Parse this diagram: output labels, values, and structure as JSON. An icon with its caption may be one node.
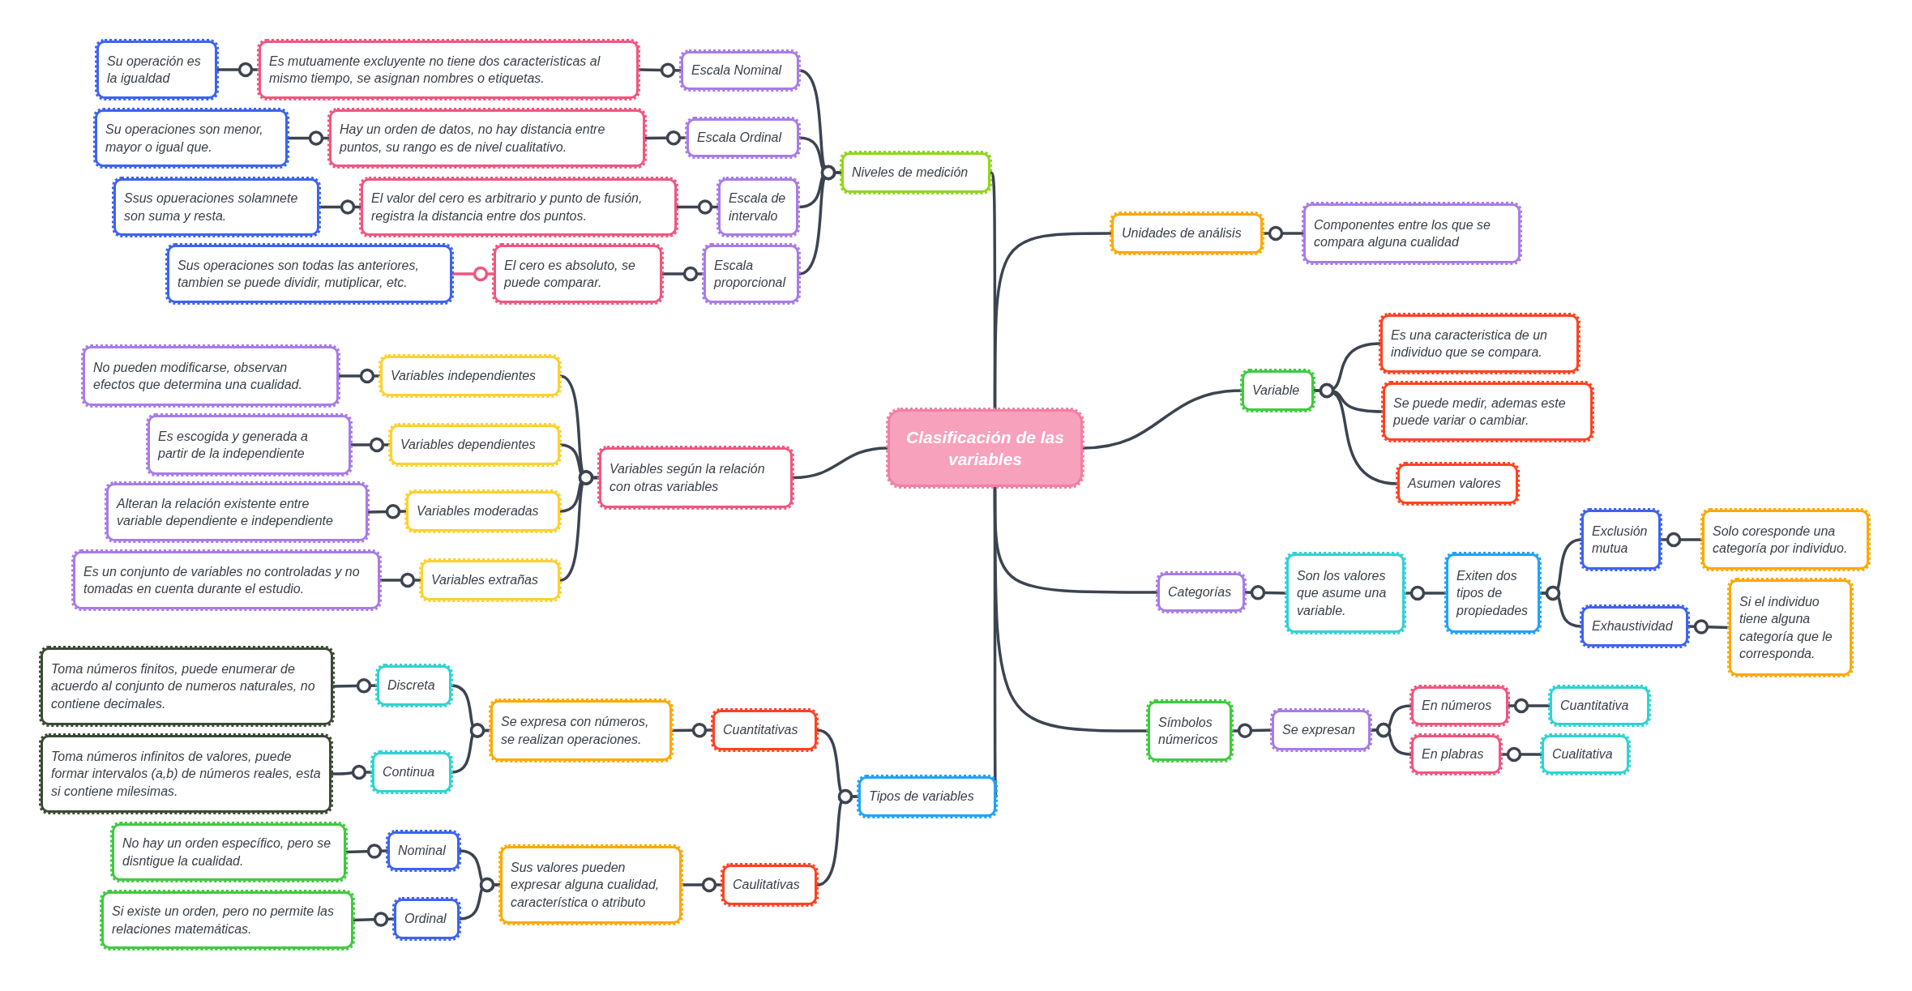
{
  "diagram": {
    "nodes": [
      {
        "text": [
          "Clasificación de las variables"
        ]
      },
      {
        "text": [
          "Niveles de medición"
        ]
      },
      {
        "text": [
          "Escala Nominal"
        ]
      },
      {
        "text": [
          "Es mutuamente excluyente no tiene dos caracteristicas al mismo tiempo, se asignan nombres o etiquetas."
        ]
      },
      {
        "text": [
          "Su operación es la igualdad"
        ]
      },
      {
        "text": [
          "Escala Ordinal"
        ]
      },
      {
        "text": [
          "Hay un orden de datos, no hay distancia entre puntos, su rango es de nivel cualitativo."
        ]
      },
      {
        "text": [
          "Su operaciones son menor, mayor o igual que."
        ]
      },
      {
        "text": [
          "Escala de intervalo"
        ]
      },
      {
        "text": [
          "El valor del cero es arbitrario y punto de fusión, registra la distancia entre dos puntos."
        ]
      },
      {
        "text": [
          "Ssus opueraciones solamnete son suma y resta."
        ]
      },
      {
        "text": [
          "Escala proporcional"
        ]
      },
      {
        "text": [
          "El cero es absoluto, se puede comparar."
        ]
      },
      {
        "text": [
          "Sus operaciones son todas las anteriores, tambien se puede dividir, mutiplicar, etc."
        ]
      },
      {
        "text": [
          "Variables según la relación con otras variables"
        ]
      },
      {
        "text": [
          "Variables independientes"
        ]
      },
      {
        "text": [
          "No pueden modificarse, observan efectos que determina una cualidad."
        ]
      },
      {
        "text": [
          "Variables dependientes"
        ]
      },
      {
        "text": [
          "Es escogida y generada a partir de la independiente"
        ]
      },
      {
        "text": [
          "Variables moderadas"
        ]
      },
      {
        "text": [
          "Alteran la relación existente entre variable dependiente e independiente"
        ]
      },
      {
        "text": [
          "Variables extrañas"
        ]
      },
      {
        "text": [
          "Es un conjunto de variables no controladas y no tomadas en cuenta durante el estudio."
        ]
      },
      {
        "text": [
          "Tipos de variables"
        ]
      },
      {
        "text": [
          "Cuantitativas"
        ]
      },
      {
        "text": [
          "Se expresa con números, se realizan operaciones."
        ]
      },
      {
        "text": [
          "Discreta"
        ]
      },
      {
        "text": [
          "Toma números finitos, puede enumerar de acuerdo al conjunto de numeros naturales, no contiene decimales."
        ]
      },
      {
        "text": [
          "Continua"
        ]
      },
      {
        "text": [
          "Toma números infinitos de valores, puede formar intervalos (a,b) de números reales, esta si contiene milesimas."
        ]
      },
      {
        "text": [
          "Caulitativas"
        ]
      },
      {
        "text": [
          "Sus valores pueden expresar alguna cualidad, característica o atributo"
        ]
      },
      {
        "text": [
          "Nominal"
        ]
      },
      {
        "text": [
          "No hay un orden específico, pero se disntigue la cualidad."
        ]
      },
      {
        "text": [
          "Ordinal"
        ]
      },
      {
        "text": [
          "Si existe un orden, pero no permite las relaciones matemáticas."
        ]
      },
      {
        "text": [
          "Unidades de análisis"
        ]
      },
      {
        "text": [
          "Componentes entre los que se compara alguna cualidad"
        ]
      },
      {
        "text": [
          "Variable"
        ]
      },
      {
        "text": [
          "Es una caracteristica de un individuo que se compara."
        ]
      },
      {
        "text": [
          "Se puede medir, ademas este puede variar o cambiar."
        ]
      },
      {
        "text": [
          "Asumen valores"
        ]
      },
      {
        "text": [
          "Categorías"
        ]
      },
      {
        "text": [
          "Son los valores que asume una variable."
        ]
      },
      {
        "text": [
          "Exiten dos tipos de propiedades"
        ]
      },
      {
        "text": [
          "Exclusión mutua"
        ]
      },
      {
        "text": [
          "Solo coresponde una categoría por individuo."
        ]
      },
      {
        "text": [
          "Exhaustividad"
        ]
      },
      {
        "text": [
          "Si el individuo tiene alguna categoría que le corresponda."
        ]
      },
      {
        "text": [
          "Símbolos númericos"
        ]
      },
      {
        "text": [
          "Se expresan"
        ]
      },
      {
        "text": [
          "En números"
        ]
      },
      {
        "text": [
          "Cuantitativa"
        ]
      },
      {
        "text": [
          "En plabras"
        ]
      },
      {
        "text": [
          "Cualitativa"
        ]
      }
    ],
    "edges": [
      {
        "from": 0,
        "to": 1,
        "arrow": "none"
      },
      {
        "from": 1,
        "to": 2,
        "arrow": "other"
      },
      {
        "from": 2,
        "to": 3,
        "arrow": "other"
      },
      {
        "from": 3,
        "to": 4,
        "arrow": "other"
      },
      {
        "from": 1,
        "to": 5,
        "arrow": "other"
      },
      {
        "from": 5,
        "to": 6,
        "arrow": "other"
      },
      {
        "from": 6,
        "to": 7,
        "arrow": "other"
      },
      {
        "from": 1,
        "to": 8,
        "arrow": "other"
      },
      {
        "from": 8,
        "to": 9,
        "arrow": "other"
      },
      {
        "from": 9,
        "to": 10,
        "arrow": "other"
      },
      {
        "from": 1,
        "to": 11,
        "arrow": "other"
      },
      {
        "from": 11,
        "to": 12,
        "arrow": "other"
      },
      {
        "from": 12,
        "to": 13,
        "arrow": "other",
        "color": "#f0567f"
      },
      {
        "from": 0,
        "to": 14,
        "arrow": "none"
      },
      {
        "from": 14,
        "to": 15,
        "arrow": "other"
      },
      {
        "from": 15,
        "to": 16,
        "arrow": "other"
      },
      {
        "from": 14,
        "to": 17,
        "arrow": "other"
      },
      {
        "from": 17,
        "to": 18,
        "arrow": "other"
      },
      {
        "from": 14,
        "to": 19,
        "arrow": "other"
      },
      {
        "from": 19,
        "to": 20,
        "arrow": "other"
      },
      {
        "from": 14,
        "to": 21,
        "arrow": "other"
      },
      {
        "from": 21,
        "to": 22,
        "arrow": "other"
      },
      {
        "from": 0,
        "to": 23,
        "arrow": "none"
      },
      {
        "from": 23,
        "to": 24,
        "arrow": "other"
      },
      {
        "from": 24,
        "to": 25,
        "arrow": "other"
      },
      {
        "from": 25,
        "to": 26,
        "arrow": "other"
      },
      {
        "from": 26,
        "to": 27,
        "arrow": "other"
      },
      {
        "from": 25,
        "to": 28,
        "arrow": "other"
      },
      {
        "from": 28,
        "to": 29,
        "arrow": "other"
      },
      {
        "from": 23,
        "to": 30,
        "arrow": "other"
      },
      {
        "from": 30,
        "to": 31,
        "arrow": "other"
      },
      {
        "from": 31,
        "to": 32,
        "arrow": "other"
      },
      {
        "from": 32,
        "to": 33,
        "arrow": "other"
      },
      {
        "from": 31,
        "to": 34,
        "arrow": "other"
      },
      {
        "from": 34,
        "to": 35,
        "arrow": "other"
      },
      {
        "from": 0,
        "to": 36,
        "arrow": "none"
      },
      {
        "from": 36,
        "to": 37,
        "arrow": "other"
      },
      {
        "from": 0,
        "to": 38,
        "arrow": "none"
      },
      {
        "from": 38,
        "to": 39,
        "arrow": "other"
      },
      {
        "from": 38,
        "to": 40,
        "arrow": "other"
      },
      {
        "from": 38,
        "to": 41,
        "arrow": "other"
      },
      {
        "from": 0,
        "to": 42,
        "arrow": "none"
      },
      {
        "from": 42,
        "to": 43,
        "arrow": "other"
      },
      {
        "from": 43,
        "to": 44,
        "arrow": "other"
      },
      {
        "from": 44,
        "to": 45,
        "arrow": "other"
      },
      {
        "from": 45,
        "to": 46,
        "arrow": "other"
      },
      {
        "from": 44,
        "to": 47,
        "arrow": "other"
      },
      {
        "from": 47,
        "to": 48,
        "arrow": "other"
      },
      {
        "from": 0,
        "to": 49,
        "arrow": "none"
      },
      {
        "from": 49,
        "to": 50,
        "arrow": "other"
      },
      {
        "from": 50,
        "to": 51,
        "arrow": "other"
      },
      {
        "from": 51,
        "to": 52,
        "arrow": "other"
      },
      {
        "from": 50,
        "to": 53,
        "arrow": "other"
      },
      {
        "from": 53,
        "to": 54,
        "arrow": "other"
      }
    ]
  }
}
